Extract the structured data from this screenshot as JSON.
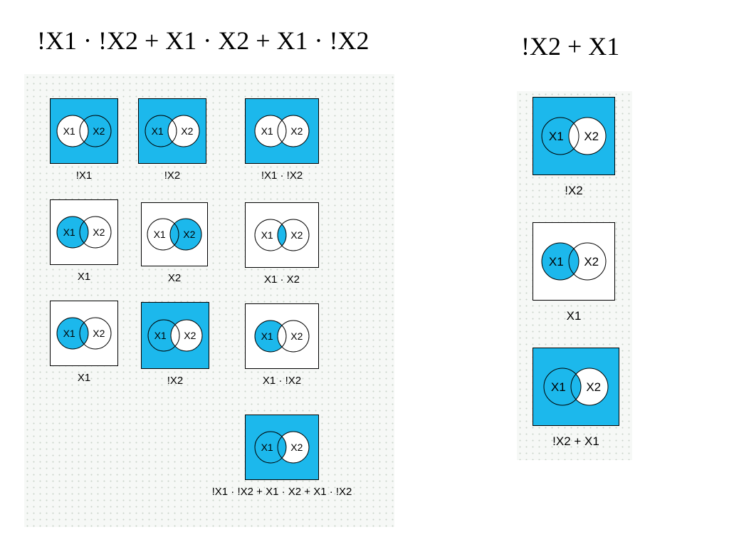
{
  "colors": {
    "fill": "#1cb8ec",
    "empty": "#ffffff",
    "stroke": "#000000"
  },
  "titles": {
    "left": "!X1 · !X2 + X1 · X2 + X1 · !X2",
    "right": "!X2 + X1"
  },
  "left_panel": {
    "diagrams": [
      {
        "caption": "!X1",
        "a": "X1",
        "b": "X2",
        "fill": "not-x1"
      },
      {
        "caption": "!X2",
        "a": "X1",
        "b": "X2",
        "fill": "not-x2"
      },
      {
        "caption": "!X1 · !X2",
        "a": "X1",
        "b": "X2",
        "fill": "outside"
      },
      {
        "caption": "X1",
        "a": "X1",
        "b": "X2",
        "fill": "x1"
      },
      {
        "caption": "X2",
        "a": "X1",
        "b": "X2",
        "fill": "x2"
      },
      {
        "caption": "X1 · X2",
        "a": "X1",
        "b": "X2",
        "fill": "intersection"
      },
      {
        "caption": "X1",
        "a": "X1",
        "b": "X2",
        "fill": "x1"
      },
      {
        "caption": "!X2",
        "a": "X1",
        "b": "X2",
        "fill": "not-x2"
      },
      {
        "caption": "X1 · !X2",
        "a": "X1",
        "b": "X2",
        "fill": "x1-only"
      },
      {
        "caption": "!X1 · !X2 + X1 · X2 + X1 · !X2",
        "a": "X1",
        "b": "X2",
        "fill": "not-x2-or-x1"
      }
    ]
  },
  "right_panel": {
    "diagrams": [
      {
        "caption": "!X2",
        "a": "X1",
        "b": "X2",
        "fill": "not-x2"
      },
      {
        "caption": "X1",
        "a": "X1",
        "b": "X2",
        "fill": "x1"
      },
      {
        "caption": "!X2 + X1",
        "a": "X1",
        "b": "X2",
        "fill": "not-x2-or-x1"
      }
    ]
  }
}
